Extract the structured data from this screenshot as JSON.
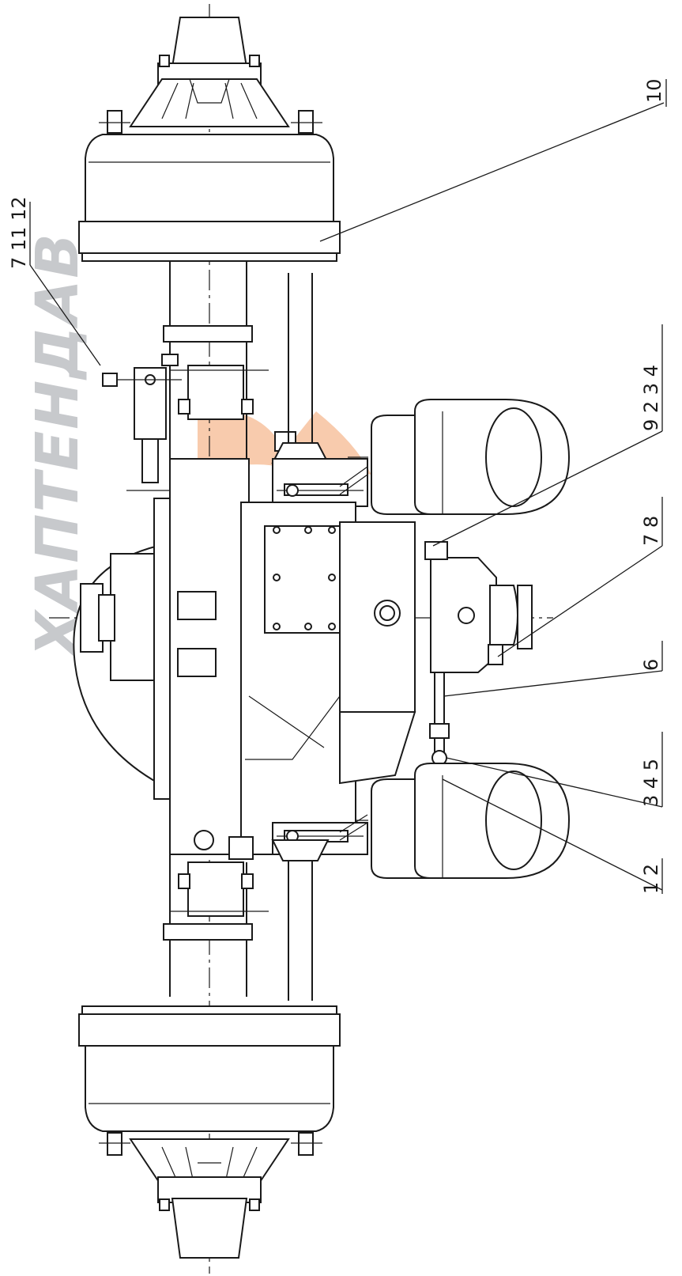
{
  "watermark": {
    "text": "ХАПТЕНДАВ",
    "colors": {
      "arc": "#f3a06a",
      "gear": "#9a9da3"
    }
  },
  "callouts": [
    {
      "id": "c10",
      "text": "10"
    },
    {
      "id": "c7-11-12",
      "text": "7 11 12"
    },
    {
      "id": "c9-2-3-4",
      "text": "9 2 3 4"
    },
    {
      "id": "c7-8",
      "text": "7 8"
    },
    {
      "id": "c6",
      "text": "6"
    },
    {
      "id": "c3-4-5",
      "text": "3 4 5"
    },
    {
      "id": "c1-2",
      "text": "1 2"
    }
  ],
  "colors": {
    "line": "#1a1a1a",
    "background": "#ffffff"
  }
}
